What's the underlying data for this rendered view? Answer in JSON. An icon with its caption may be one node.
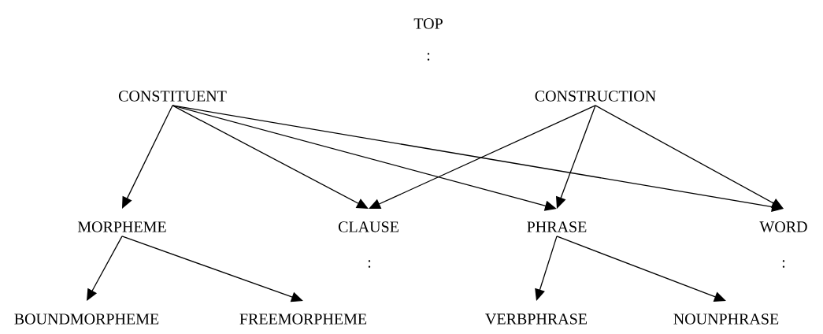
{
  "diagram": {
    "nodes": [
      {
        "text": [
          "CONSTITUENT"
        ]
      },
      {
        "text": [
          "CONSTRUCTION"
        ]
      },
      {
        "text": [
          "MORPHEME"
        ]
      },
      {
        "text": [
          "CLAUSE"
        ]
      },
      {
        "text": [
          "PHRASE"
        ]
      },
      {
        "text": [
          "WORD"
        ]
      },
      {
        "text": [
          "BOUNDMORPHEME"
        ]
      },
      {
        "text": [
          "FREEMORPHEME"
        ]
      },
      {
        "text": [
          "VERBPHRASE"
        ]
      },
      {
        "text": [
          "NOUNPHRASE"
        ]
      }
    ],
    "edges": [
      {
        "from": 0,
        "to": 2,
        "arrow": "to"
      },
      {
        "from": 0,
        "to": 3,
        "arrow": "to"
      },
      {
        "from": 0,
        "to": 4,
        "arrow": "to"
      },
      {
        "from": 0,
        "to": 5,
        "arrow": "to"
      },
      {
        "from": 1,
        "to": 3,
        "arrow": "to"
      },
      {
        "from": 1,
        "to": 4,
        "arrow": "to"
      },
      {
        "from": 1,
        "to": 5,
        "arrow": "to"
      },
      {
        "from": 2,
        "to": 6,
        "arrow": "to"
      },
      {
        "from": 2,
        "to": 7,
        "arrow": "to"
      },
      {
        "from": 4,
        "to": 8,
        "arrow": "to"
      },
      {
        "from": 4,
        "to": 9,
        "arrow": "to"
      }
    ],
    "labels": [
      "TOP",
      ":",
      ":",
      ":"
    ]
  }
}
